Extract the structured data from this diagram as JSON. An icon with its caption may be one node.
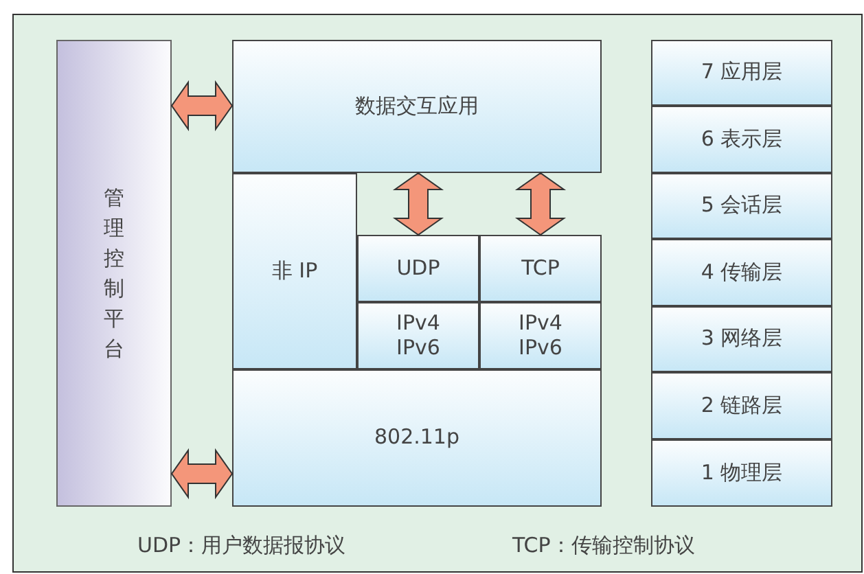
{
  "diagram": {
    "nodes": [
      {
        "text": [
          "管理控制平台"
        ]
      },
      {
        "text": [
          "数据交互应用"
        ]
      },
      {
        "text": [
          "非 IP"
        ]
      },
      {
        "text": [
          "UDP"
        ]
      },
      {
        "text": [
          "IPv4 IPv6"
        ]
      },
      {
        "text": [
          "TCP"
        ]
      },
      {
        "text": [
          "IPv4 IPv6"
        ]
      },
      {
        "text": [
          "802.11p"
        ]
      },
      {
        "text": [
          "7 应用层"
        ]
      },
      {
        "text": [
          "6 表示层"
        ]
      },
      {
        "text": [
          "5 会话层"
        ]
      },
      {
        "text": [
          "4 传输层"
        ]
      },
      {
        "text": [
          "3 网络层"
        ]
      },
      {
        "text": [
          "2 链路层"
        ]
      },
      {
        "text": [
          "1 物理层"
        ]
      }
    ],
    "edges": [
      {
        "from": 0,
        "to": 1,
        "arrow": "both"
      },
      {
        "from": 0,
        "to": 7,
        "arrow": "both"
      },
      {
        "from": 1,
        "to": 3,
        "arrow": "both"
      },
      {
        "from": 1,
        "to": 5,
        "arrow": "both"
      }
    ],
    "labels": [
      "UDP：用户数据报协议",
      "TCP：传输控制协议"
    ]
  }
}
